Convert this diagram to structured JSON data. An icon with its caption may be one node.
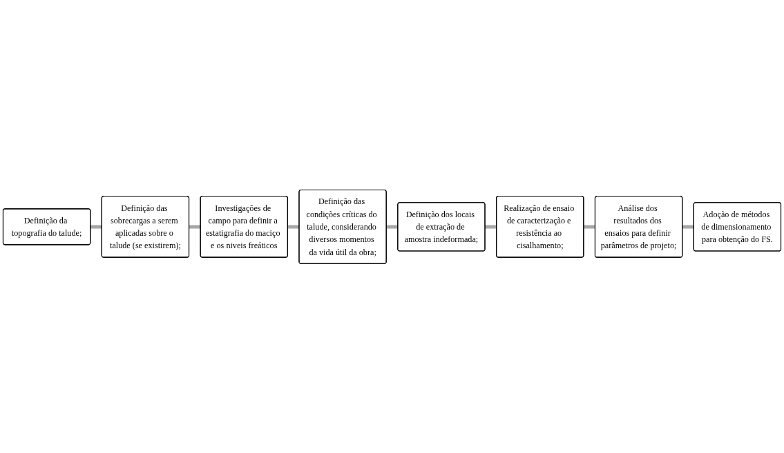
{
  "diagram": {
    "nodes": [
      {
        "text": [
          "Definição da topografia do talude;"
        ]
      },
      {
        "text": [
          "Definição das sobrecargas a serem aplicadas sobre o talude (se existirem);"
        ]
      },
      {
        "text": [
          "Investigações de campo para definir a estatigrafia do maciço e os niveis freáticos"
        ]
      },
      {
        "text": [
          "Definição das condições críticas do talude, considerando diversos momentos da vida útil da obra;"
        ]
      },
      {
        "text": [
          "Definição dos locais de extração de amostra indeformada;"
        ]
      },
      {
        "text": [
          "Realização de ensaio de caracterização e resistência ao cisalhamento;"
        ]
      },
      {
        "text": [
          "Análise dos resultados dos ensaios para definir parâmetros de projeto;"
        ]
      },
      {
        "text": [
          "Adoção de métodos de dimensionamento para obtenção do FS."
        ]
      }
    ],
    "edges": [
      {
        "from": 0,
        "to": 1,
        "arrow": "none"
      },
      {
        "from": 1,
        "to": 2,
        "arrow": "none"
      },
      {
        "from": 2,
        "to": 3,
        "arrow": "none"
      },
      {
        "from": 3,
        "to": 4,
        "arrow": "none"
      },
      {
        "from": 4,
        "to": 5,
        "arrow": "none"
      },
      {
        "from": 5,
        "to": 6,
        "arrow": "none"
      },
      {
        "from": 6,
        "to": 7,
        "arrow": "none"
      }
    ]
  }
}
